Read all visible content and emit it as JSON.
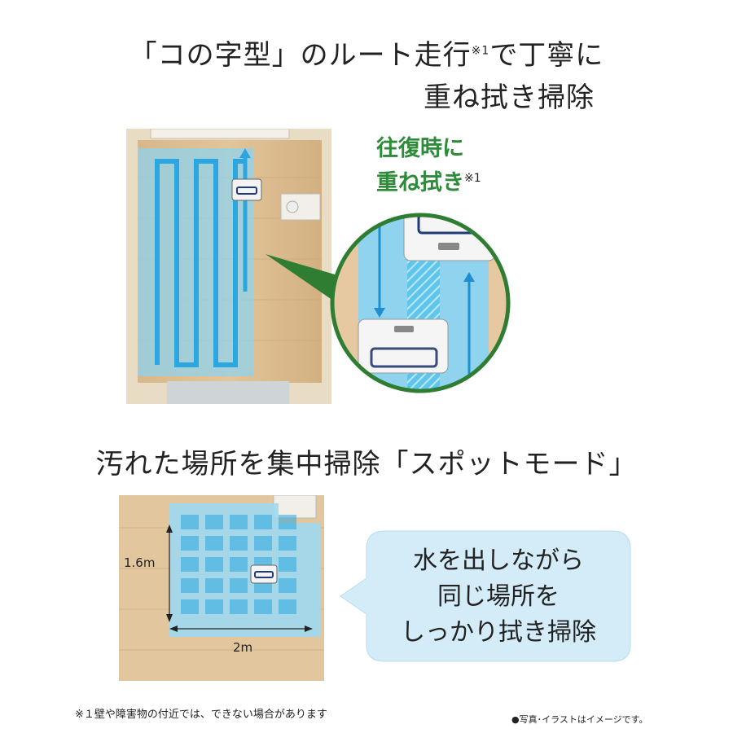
{
  "title": {
    "line1_main": "「コの字型」のルート走行",
    "line1_note": "※1",
    "line1_end": "で丁寧に",
    "line2": "重ね拭き掃除"
  },
  "callout": {
    "line1": "往復時に",
    "line2": "重ね拭き",
    "note": "※1",
    "color": "#2e8b3a"
  },
  "section2": {
    "heading": "汚れた場所を集中掃除「スポットモード」",
    "height_label": "1.6m",
    "width_label": "2m",
    "bubble_lines": [
      "水を出しながら",
      "同じ場所を",
      "しっかり拭き掃除"
    ]
  },
  "footnotes": {
    "left": "※１壁や障害物の付近では、できない場合があります",
    "right": "●写真･イラストはイメージです。"
  },
  "colors": {
    "path_blue": "#35b7e8",
    "area_blue": "#9fd8f0",
    "floor": "#d9b98c",
    "green": "#2e7d32",
    "bubble": "#d3ecf7"
  },
  "icons": [
    "robot-vacuum-icon",
    "arrow-up-icon",
    "arrow-down-icon"
  ]
}
